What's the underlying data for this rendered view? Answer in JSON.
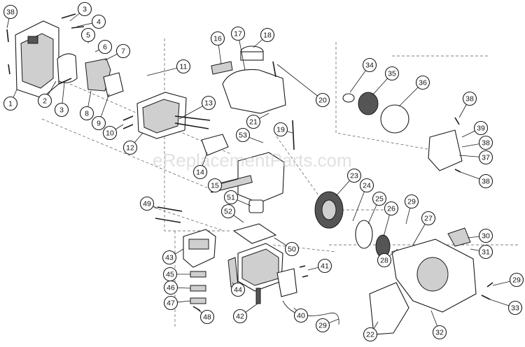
{
  "watermark": "eReplacementParts.com",
  "callouts": [
    "1",
    "2",
    "3",
    "3",
    "4",
    "5",
    "6",
    "7",
    "8",
    "9",
    "10",
    "11",
    "12",
    "13",
    "14",
    "15",
    "16",
    "17",
    "18",
    "19",
    "20",
    "21",
    "22",
    "23",
    "24",
    "25",
    "26",
    "27",
    "28",
    "29",
    "29",
    "29",
    "30",
    "31",
    "32",
    "33",
    "34",
    "35",
    "36",
    "37",
    "38",
    "38",
    "38",
    "38",
    "39",
    "40",
    "41",
    "42",
    "43",
    "44",
    "45",
    "46",
    "47",
    "48",
    "49",
    "50",
    "51",
    "52",
    "53"
  ]
}
